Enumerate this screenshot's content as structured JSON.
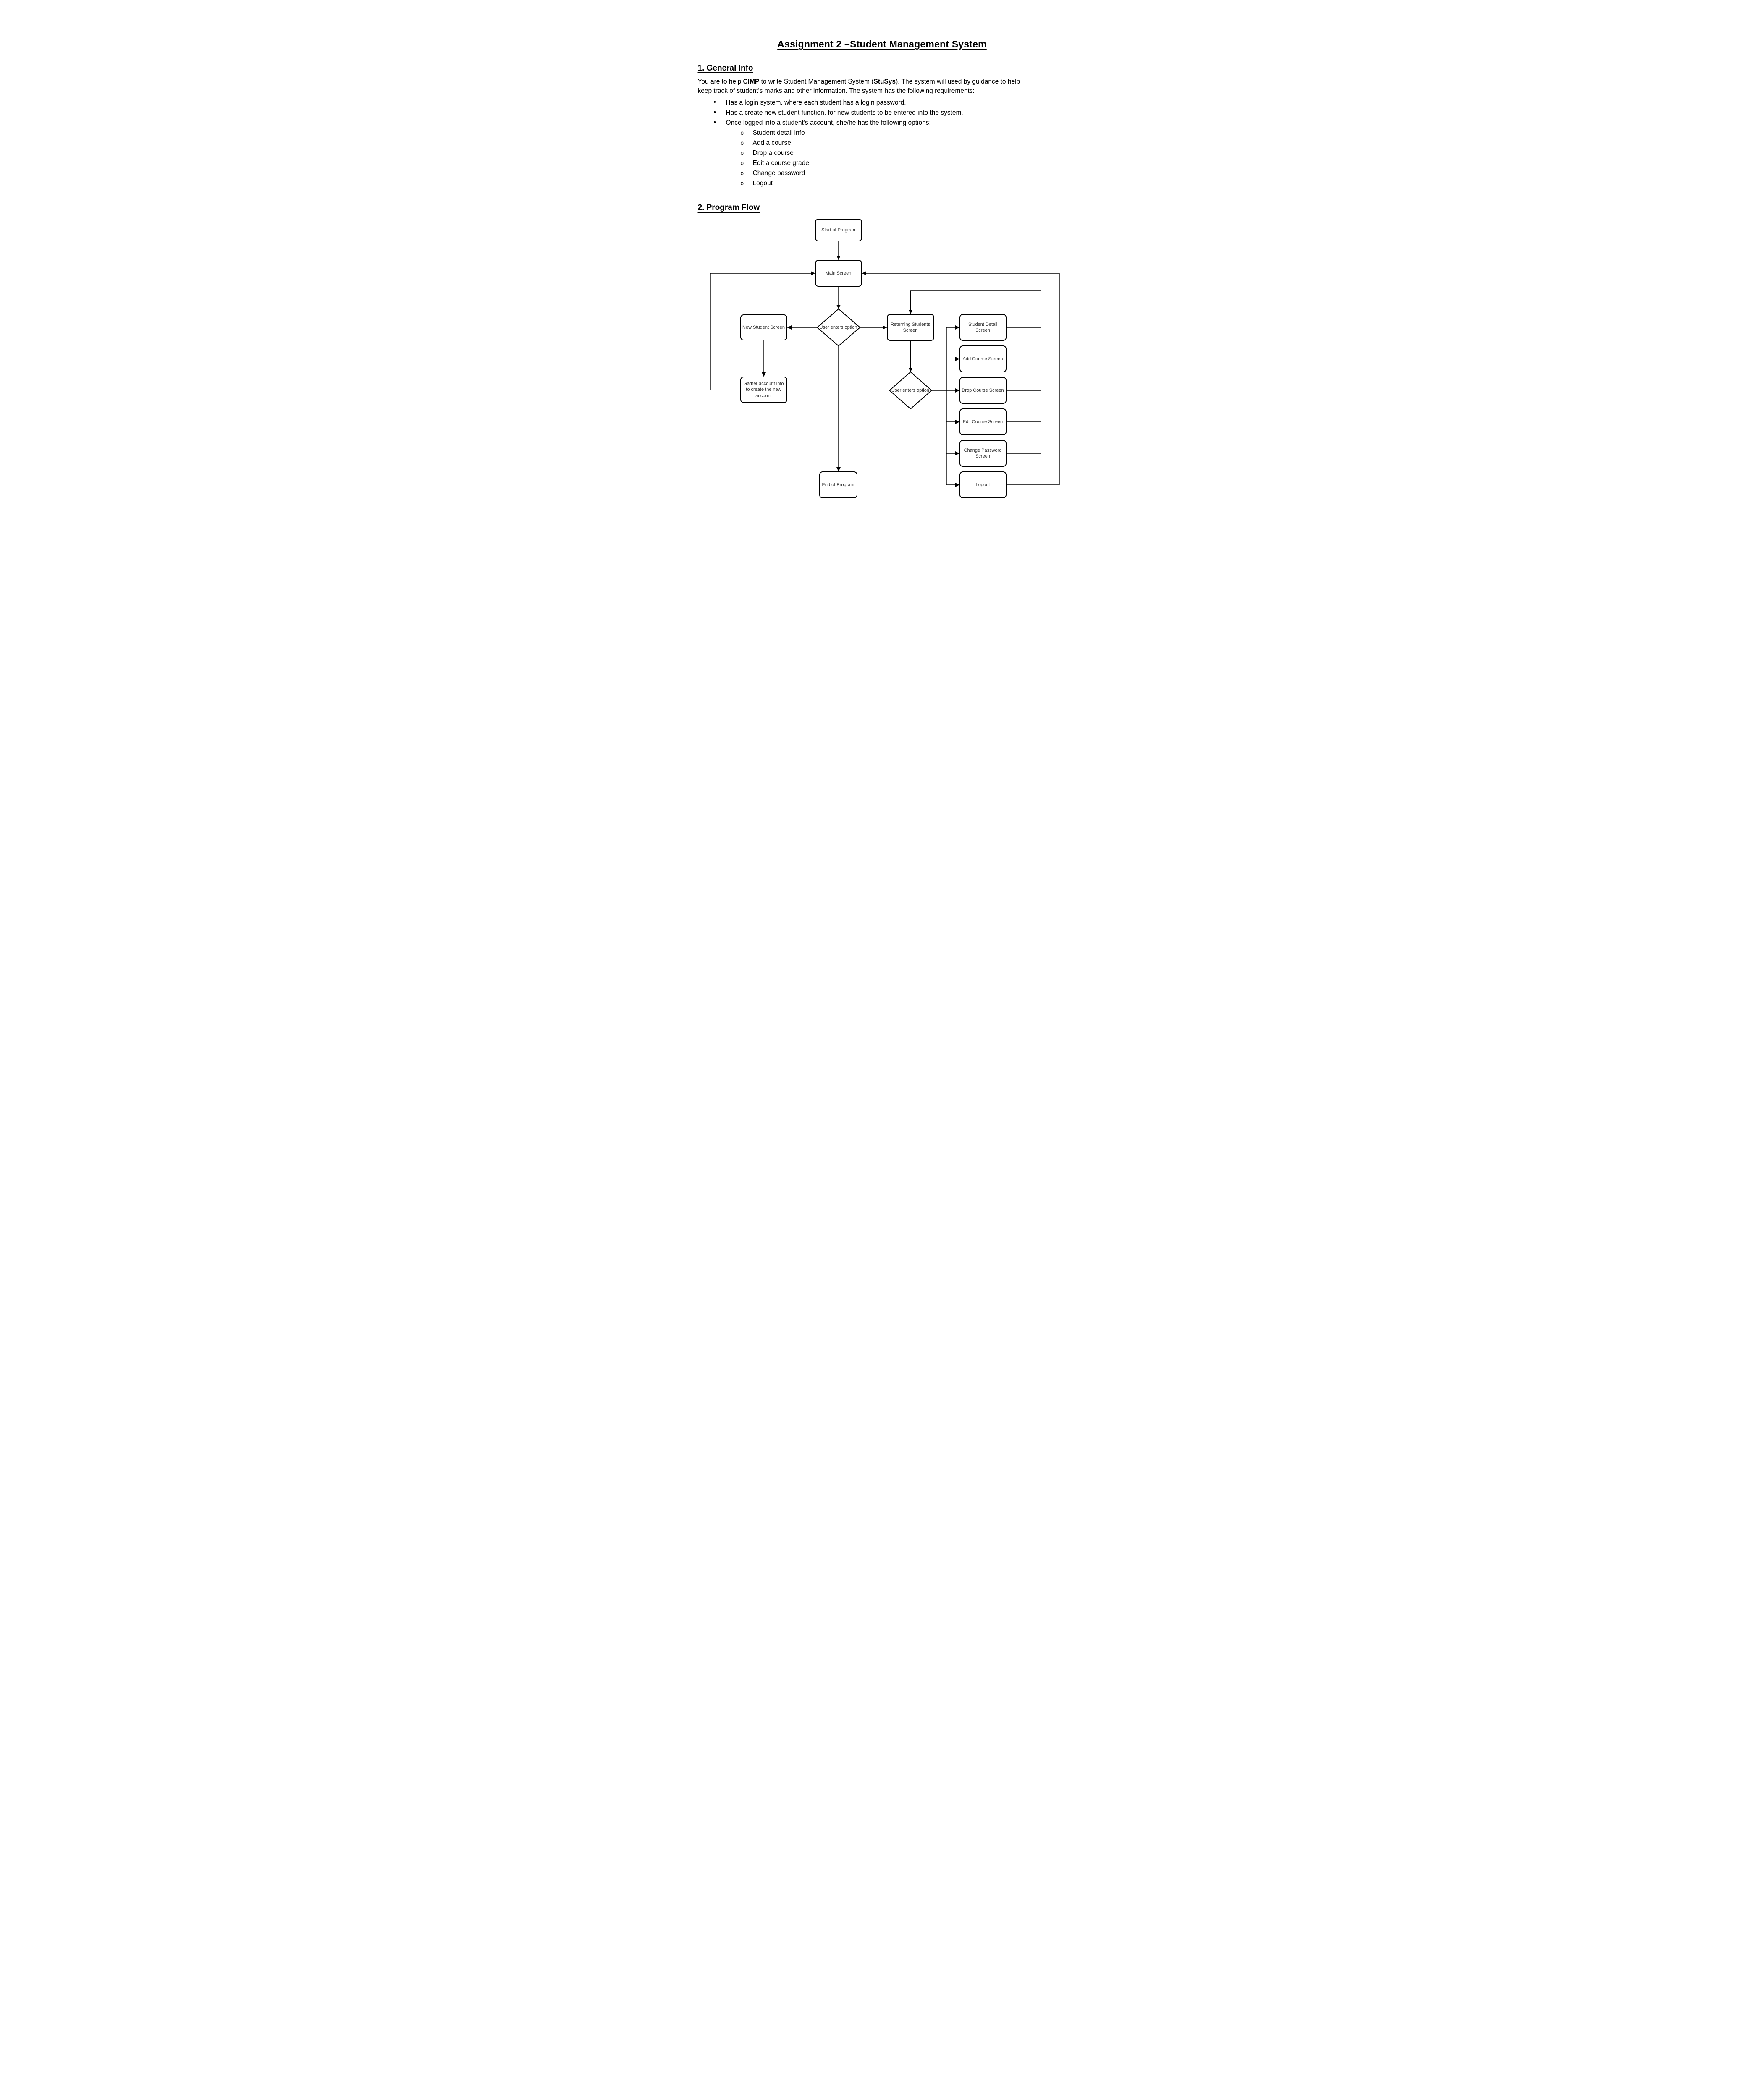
{
  "document": {
    "title": "Assignment 2 –Student Management System",
    "general_info": {
      "heading": "1. General Info",
      "intro": [
        {
          "text": "You are to help ",
          "bold": false
        },
        {
          "text": "CIMP",
          "bold": true
        },
        {
          "text": " to write Student Management System (",
          "bold": false
        },
        {
          "text": "StuSys",
          "bold": true
        },
        {
          "text": "). The system will used by guidance to help",
          "bold": false
        },
        {
          "text": "keep track of student’s marks and other information. The system has the following requirements:",
          "bold": false
        }
      ],
      "bullet_marker": "•",
      "sub_bullet_marker": "o",
      "bullets": [
        "Has a login system, where each student has a login password.",
        "Has a create new student function, for new students to be entered into the system.",
        "Once logged into a student’s account, she/he has the following options:"
      ],
      "sub_bullets": [
        "Student detail info",
        "Add a course",
        "Drop a course",
        "Edit a course grade",
        "Change password",
        "Logout"
      ]
    },
    "program_flow": {
      "heading": "2. Program Flow",
      "nodes": {
        "start": "Start of Program",
        "main": "Main Screen",
        "decision1": "User enters option",
        "new_student": "New Student Screen",
        "returning": "Returning Students Screen",
        "gather": "Gather account info to create the new account",
        "decision2": "User enters option",
        "student_detail": "Student Detail Screen",
        "add_course": "Add Course Screen",
        "drop_course": "Drop Course Screen",
        "edit_course": "Edit Course Screen",
        "change_password": "Change Password Screen",
        "logout": "Logout",
        "end": "End of Program"
      },
      "line_color": "#000000"
    }
  }
}
